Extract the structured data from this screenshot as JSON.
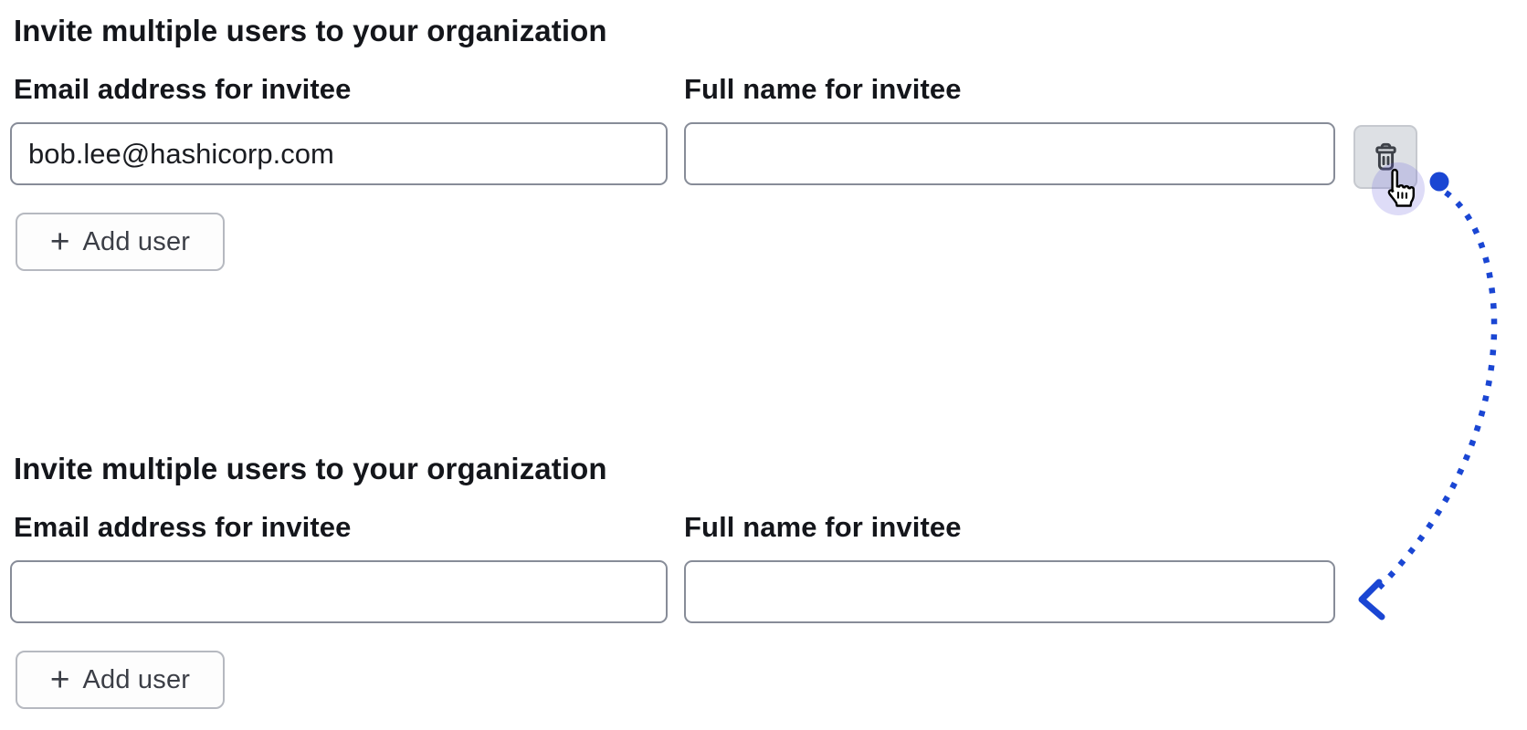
{
  "colors": {
    "annotation_blue": "#1a46d3",
    "text_primary": "#14161b",
    "input_border": "#878c98",
    "button_border": "#b6b9c0",
    "button_bg": "#fdfdfd",
    "button_text": "#3b3e46",
    "icon_button_bg": "#dde0e4",
    "icon_button_border": "#c6c9cf",
    "icon_color": "#3d4148"
  },
  "sections": [
    {
      "heading": "Invite multiple users to your organization",
      "fields": [
        {
          "label": "Email address for invitee",
          "value": "bob.lee@hashicorp.com"
        },
        {
          "label": "Full name for invitee",
          "value": ""
        }
      ],
      "delete_button_icon": "trash-icon",
      "add_user_button": {
        "icon_glyph": "+",
        "label": "Add user"
      }
    },
    {
      "heading": "Invite multiple users to your organization",
      "fields": [
        {
          "label": "Email address for invitee",
          "value": ""
        },
        {
          "label": "Full name for invitee",
          "value": ""
        }
      ],
      "add_user_button": {
        "icon_glyph": "+",
        "label": "Add user"
      }
    }
  ],
  "annotation": {
    "cursor_icon": "hand-pointer-icon",
    "start_dot_icon": "click-origin-dot",
    "arrow_icon": "dotted-curve-arrow"
  }
}
